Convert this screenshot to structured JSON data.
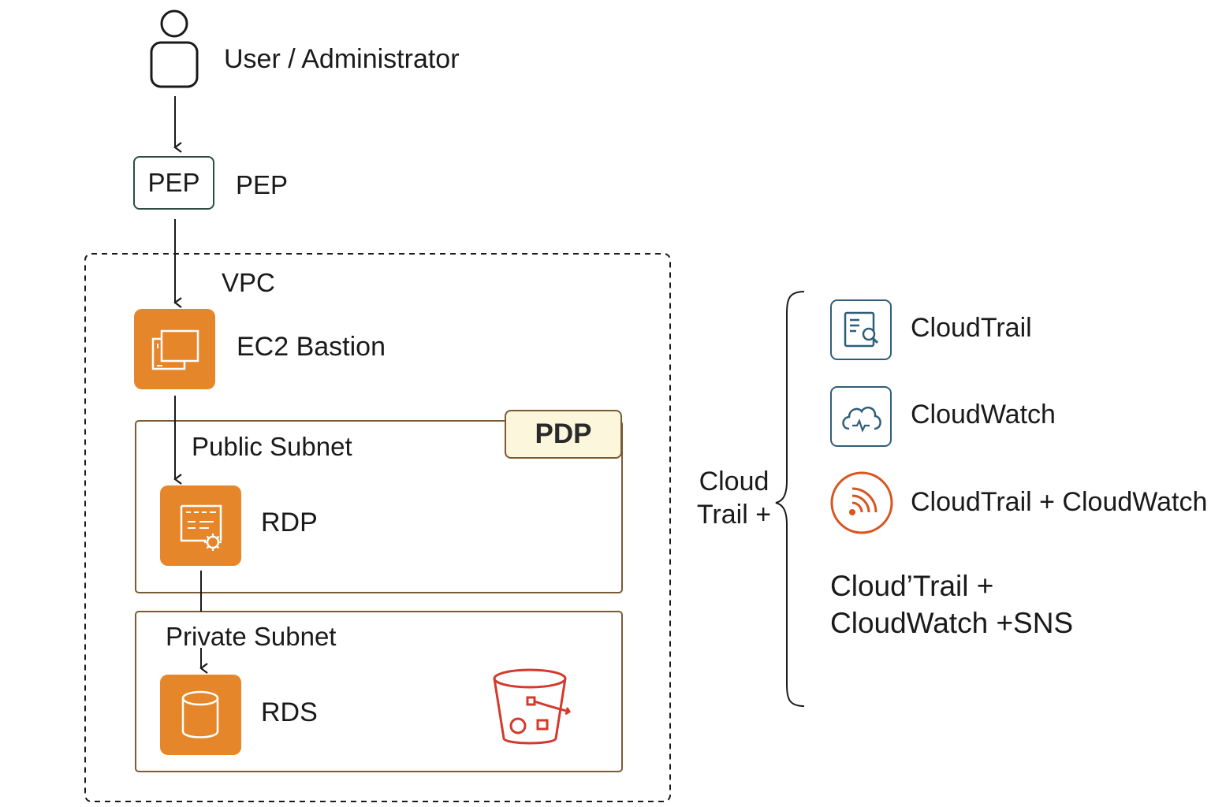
{
  "user": {
    "label": "User / Administrator",
    "icon": "user-icon"
  },
  "pep": {
    "box_label": "PEP",
    "side_label": "PEP"
  },
  "vpc": {
    "label": "VPC"
  },
  "ec2": {
    "label": "EC2 Bastion",
    "icon": "ec2-instances-icon"
  },
  "public_subnet": {
    "label": "Public Subnet"
  },
  "pdp": {
    "label": "PDP"
  },
  "rdp": {
    "label": "RDP",
    "icon": "rdp-server-icon"
  },
  "private_subnet": {
    "label": "Private Subnet"
  },
  "rds": {
    "label": "RDS",
    "icon": "database-icon"
  },
  "s3": {
    "icon": "s3-bucket-icon"
  },
  "brace_label": {
    "line1": "Cloud",
    "line2": "Trail +"
  },
  "services": [
    {
      "label": "CloudTrail",
      "icon": "cloudtrail-icon"
    },
    {
      "label": "CloudWatch",
      "icon": "cloudwatch-icon"
    },
    {
      "label": "CloudTrail + CloudWatch",
      "icon": "signal-icon"
    }
  ],
  "combined": {
    "line1": "Cloud’Trail +",
    "line2": "CloudWatch +SNS"
  },
  "colors": {
    "aws_orange": "#E6862A",
    "pdp_fill": "#FBF6DC",
    "subnet_border": "#7A5A33",
    "service_blue": "#2F5E78",
    "signal_orange": "#D9541E",
    "s3_red": "#D33A2C"
  }
}
